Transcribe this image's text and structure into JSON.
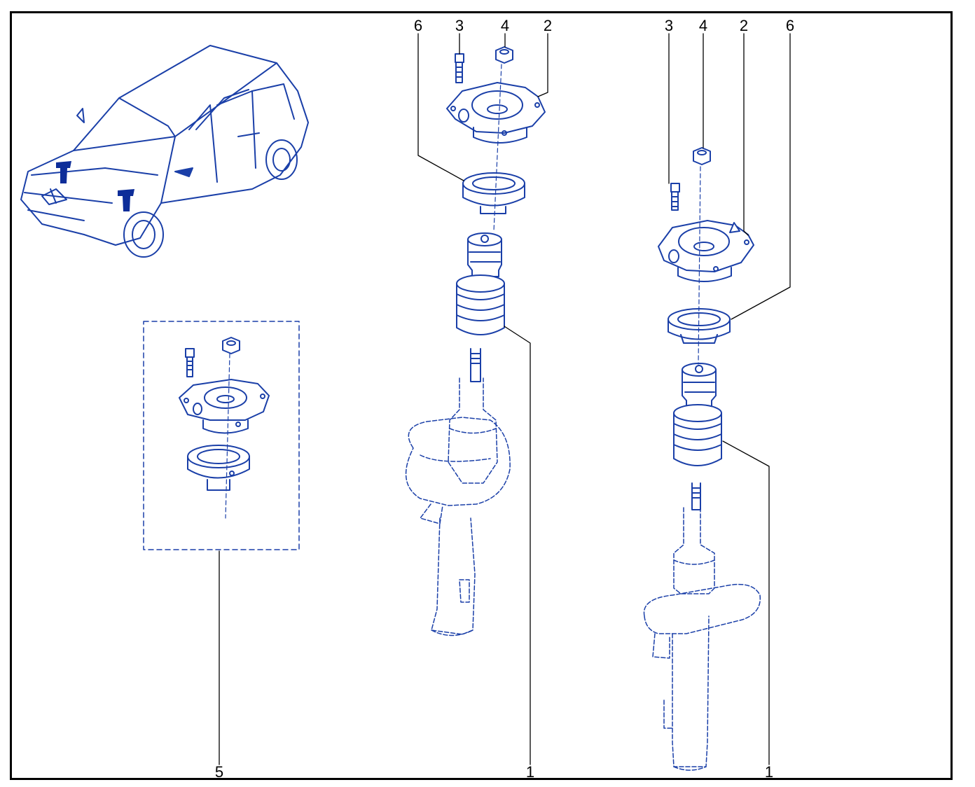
{
  "colors": {
    "line": "#1a3fa8",
    "fill": "#ffffff",
    "leader": "#000000",
    "frame": "#000000",
    "marker": "#0d2d99"
  },
  "icons": [
    "car-icon",
    "strut-front-left-icon",
    "strut-front-right-icon",
    "kit-box-icon"
  ],
  "callouts": {
    "c6a": "6",
    "c3a": "3",
    "c4a": "4",
    "c2a": "2",
    "c3b": "3",
    "c4b": "4",
    "c2b": "2",
    "c6b": "6",
    "c5": "5",
    "c1a": "1",
    "c1b": "1"
  }
}
